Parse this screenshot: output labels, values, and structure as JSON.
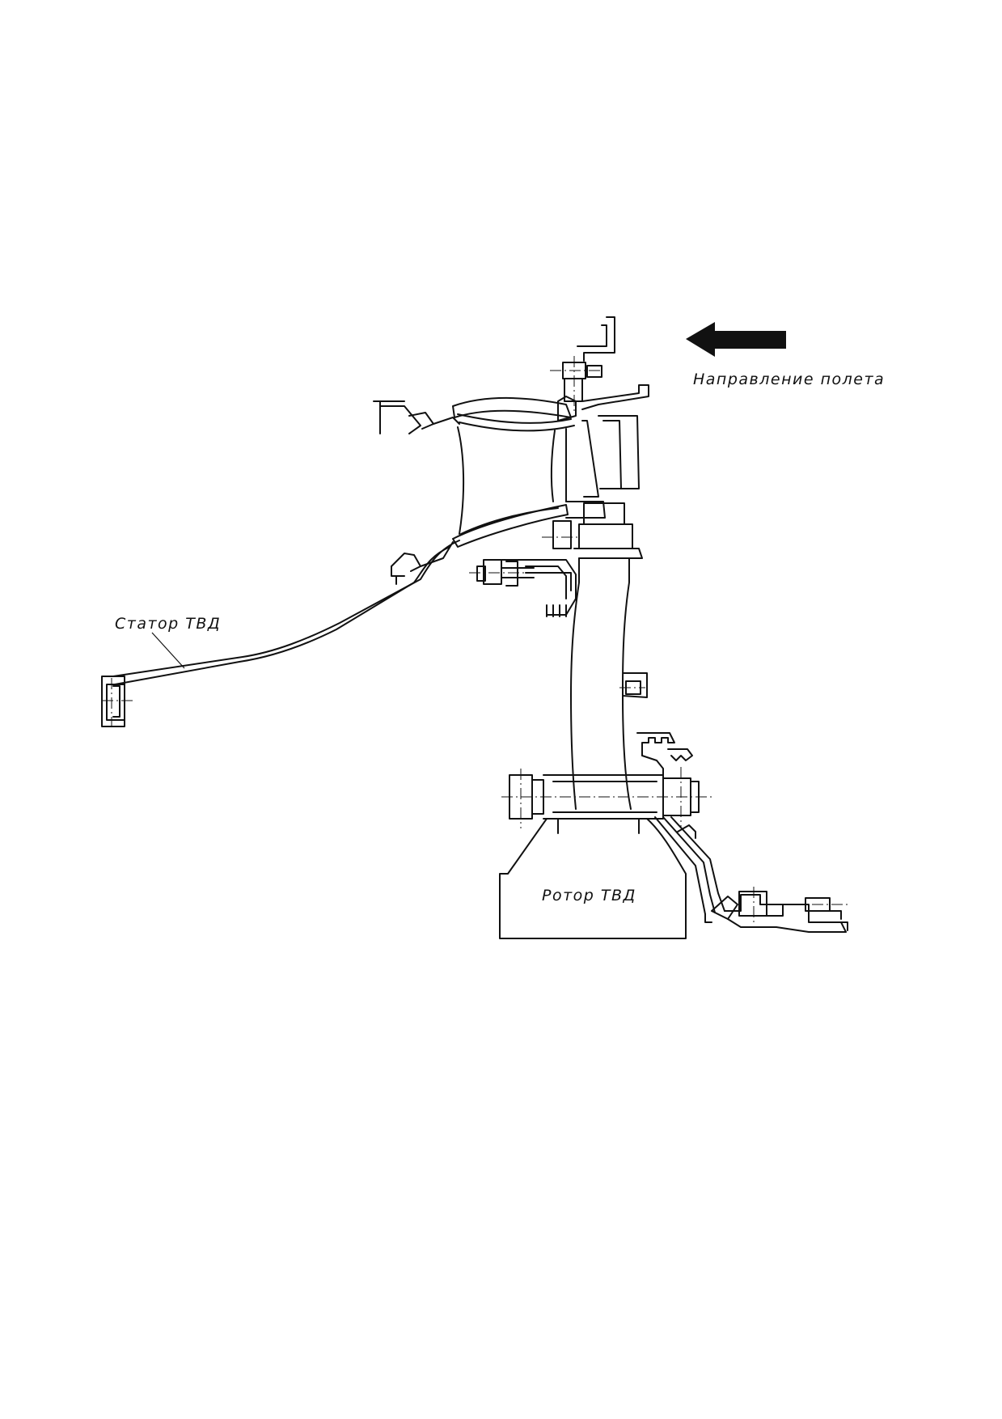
{
  "labels": {
    "flight_direction": "Направление полета",
    "stator": "Статор ТВД",
    "rotor": "Ротор ТВД"
  },
  "colors": {
    "ink": "#111111",
    "paper": "#ffffff"
  },
  "icons": {
    "flight_arrow": "arrow-left-icon"
  }
}
